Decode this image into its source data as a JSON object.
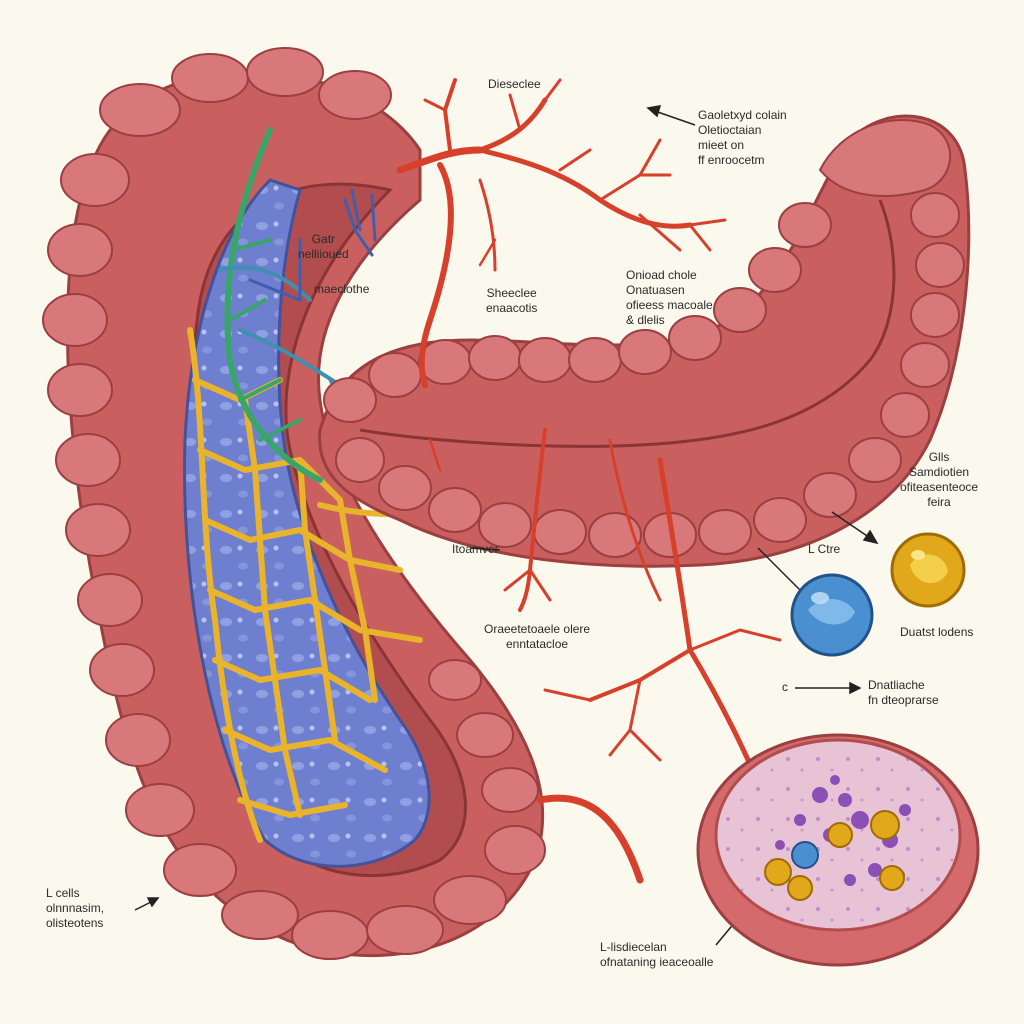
{
  "colors": {
    "background": "#fbf8ee",
    "intestine_wall": "#c9605f",
    "intestine_fold": "#d9787a",
    "lumen": "#6f7fcf",
    "lymphatic_network": "#e9b32c",
    "blood_vessel": "#d7402a",
    "nerve_green": "#3aa56a",
    "nerve_blue": "#3f5fae",
    "blue_cell": "#4a8fd0",
    "gold_cell": "#e0a81a",
    "dish_tissue": "#e6b7c8",
    "purple_granule": "#8b4fb5"
  },
  "labels": {
    "top_center": "Dieseclee",
    "top_right": [
      "Gaoletxyd colain",
      "Oletioctaian",
      "mieet on",
      "ff enroocetm"
    ],
    "left_mid": [
      "Gatr",
      "nelliioued"
    ],
    "left_mid_side": "maeclothe",
    "center_mid": [
      "Sheeclee",
      "enaacotis"
    ],
    "right_mid": [
      "Onioad chole",
      "Onatuasen",
      "ofieess macoale",
      "& dlelis"
    ],
    "right_cells": [
      "Glls",
      "Samdiotien",
      "ofiteasenteoce",
      "feira"
    ],
    "blue_cell": "L Ctre",
    "gold_cell": "Duatst lodens",
    "center_left": "Itoamver",
    "center_lower": [
      "Oraeetetoaele olere",
      "enntatacloe"
    ],
    "arrow_right": [
      "Dnatliache",
      "fn dteoprarse"
    ],
    "arrow_prefix": "c",
    "bottom_left": [
      "L cells",
      "olnnnasim,",
      "olisteotens"
    ],
    "bottom_center": [
      "L-lisdiecelan",
      "ofnataning ieaceoalle"
    ]
  }
}
